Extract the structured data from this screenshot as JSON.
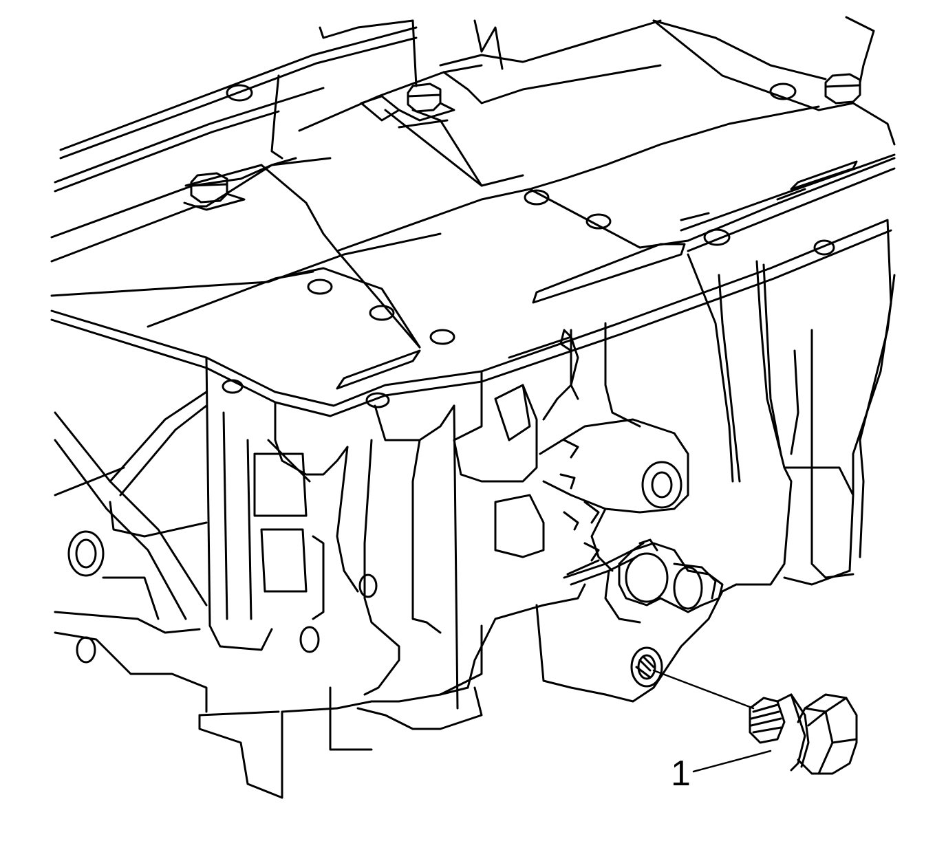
{
  "diagram": {
    "line_color": "#000000",
    "background_color": "#ffffff",
    "callouts": [
      {
        "id": "1",
        "label": "1",
        "part": "bolt"
      }
    ],
    "components": [
      "oil-pan",
      "pan-bolts",
      "sensor-connector",
      "engine-block",
      "oil-pan-bolt"
    ]
  }
}
